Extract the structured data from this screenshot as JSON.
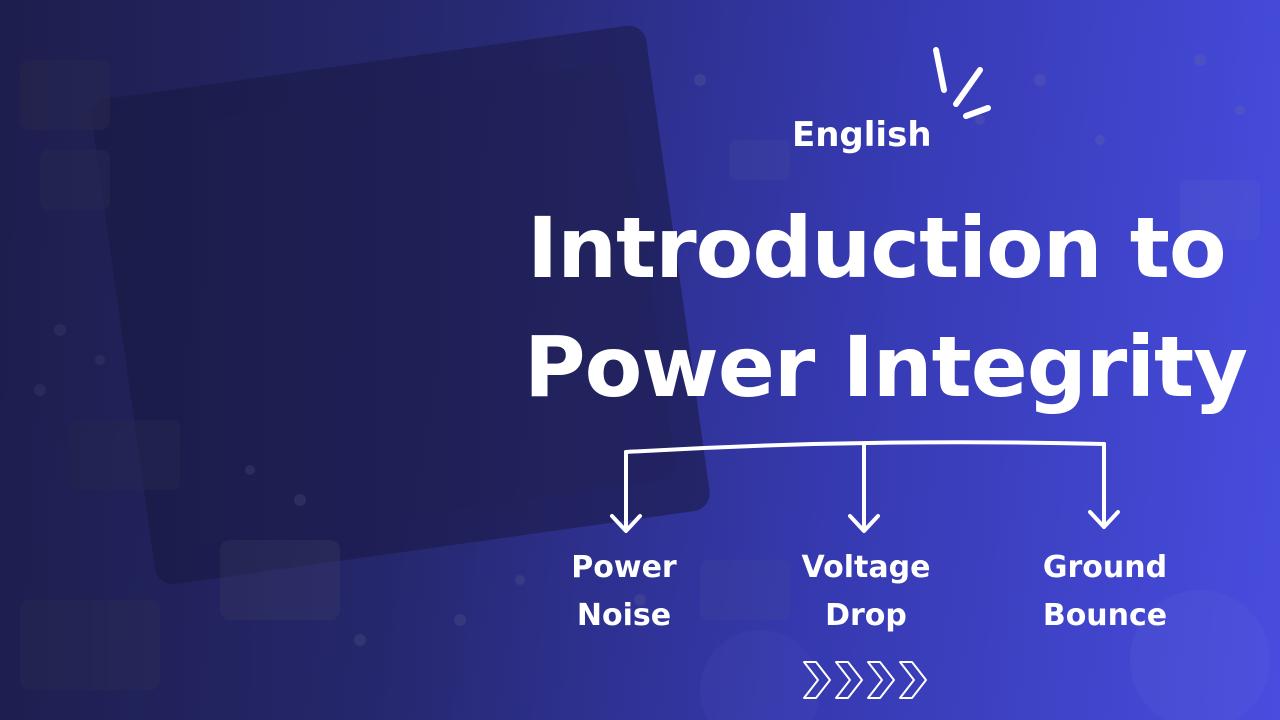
{
  "language_tag": "English",
  "title": {
    "line1": "Introduction to",
    "line2": "Power Integrity"
  },
  "branches": [
    {
      "line1": "Power",
      "line2": "Noise"
    },
    {
      "line1": "Voltage",
      "line2": "Drop"
    },
    {
      "line1": "Ground",
      "line2": "Bounce"
    }
  ],
  "colors": {
    "text": "#ffffff",
    "background_dark": "#2a2a6e",
    "background_bright": "#4a4ee0"
  }
}
